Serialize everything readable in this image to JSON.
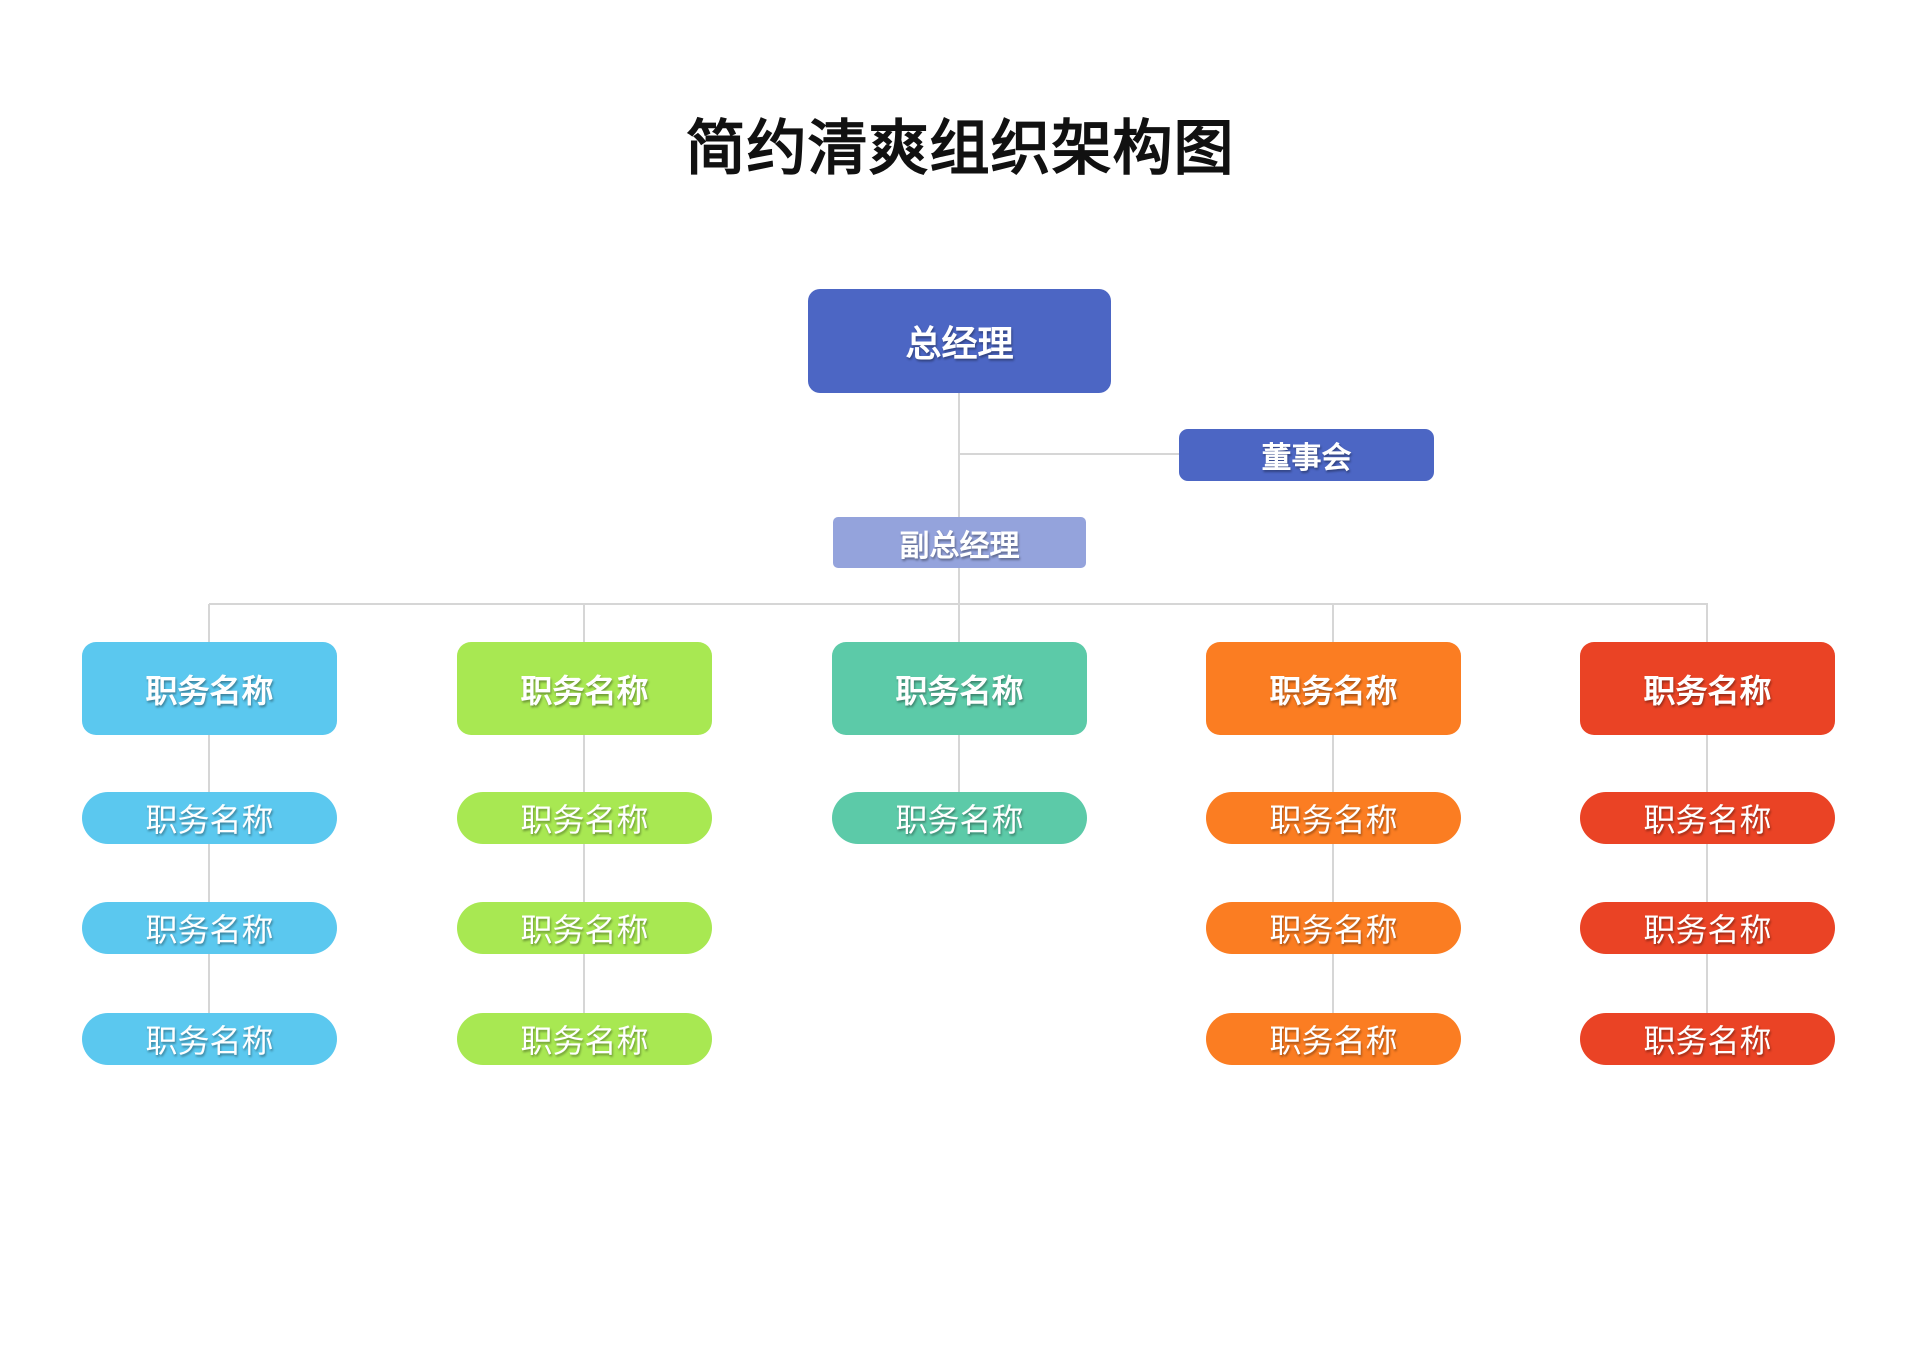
{
  "title": "简约清爽组织架构图",
  "general_manager": {
    "label": "总经理",
    "color": "#4c66c4"
  },
  "board": {
    "label": "董事会",
    "color": "#4c66c4"
  },
  "vice_manager": {
    "label": "副总经理",
    "color": "#94a3dc"
  },
  "departments": [
    {
      "label": "职务名称",
      "color": "#5bc8ef",
      "items": [
        "职务名称",
        "职务名称",
        "职务名称"
      ]
    },
    {
      "label": "职务名称",
      "color": "#a8e852",
      "items": [
        "职务名称",
        "职务名称",
        "职务名称"
      ]
    },
    {
      "label": "职务名称",
      "color": "#5ccaa8",
      "items": [
        "职务名称"
      ]
    },
    {
      "label": "职务名称",
      "color": "#fb7d22",
      "items": [
        "职务名称",
        "职务名称",
        "职务名称"
      ]
    },
    {
      "label": "职务名称",
      "color": "#ea4325",
      "items": [
        "职务名称",
        "职务名称",
        "职务名称"
      ]
    }
  ]
}
